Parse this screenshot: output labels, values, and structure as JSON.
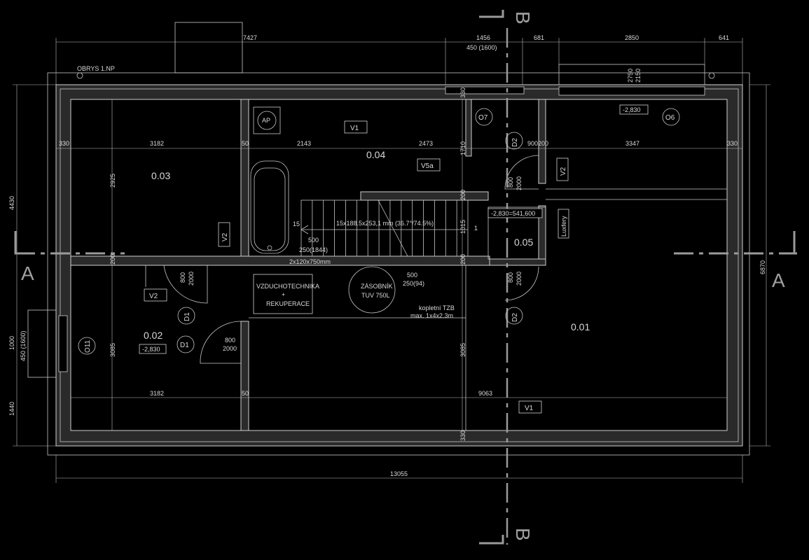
{
  "colors": {
    "background": "#000000",
    "lines": "#d0d0d0",
    "section_marks": "#9a9a9a"
  },
  "outline_label": "OBRYS 1.NP",
  "section_labels": {
    "a_left": "A",
    "a_right": "A",
    "b_top": "B",
    "b_bottom": "B"
  },
  "rooms": {
    "r001": "0.01",
    "r002": "0.02",
    "r003": "0.03",
    "r004": "0.04",
    "r005": "0.05"
  },
  "levels": {
    "r002": "-2,830",
    "r006": "-2,830",
    "r005": "-2,830=541,600"
  },
  "tags": {
    "v1_top": "V1",
    "v1_bottom": "V1",
    "v2_r003": "V2",
    "v2_r002": "V2",
    "v2_right": "V2",
    "v5a": "V5a",
    "o7": "O7",
    "o6": "O6",
    "o11": "O11",
    "d2_top": "D2",
    "d2_bottom": "D2",
    "d1_a": "D1",
    "d1_b": "D1",
    "ap": "AP",
    "luxfery": "Luxfery"
  },
  "equipment": {
    "vzt_line1": "VZDUCHOTECHNIKA",
    "vzt_line2": "+",
    "vzt_line3": "REKUPERACE",
    "tank_line1": "ZÁSOBNÍK",
    "tank_line2": "TUV 750L",
    "tzb_line1": "kopletní TZB",
    "tzb_line2": "max. 1x4x2.3m"
  },
  "stairs": {
    "spec": "15x188.5x253,1 mm  (36.7°/74.5%)",
    "count": "15",
    "step": "500",
    "step2": "250(1844)",
    "lintel": "2x120x750mm",
    "step_mark": "1"
  },
  "doors": {
    "d800_a": "800",
    "d2000_a": "2000",
    "d800_b": "800",
    "d2000_b": "2000",
    "d800_c": "800",
    "d2000_c": "2000",
    "d800_d": "800",
    "d2000_d": "2000",
    "t500": "500",
    "t250": "250(94)"
  },
  "dims": {
    "top_7427": "7427",
    "top_1456": "1456",
    "top_450": "450 (1600)",
    "top_681": "681",
    "top_2850": "2850",
    "top_641": "641",
    "win_2750": "2750",
    "win_2150": "2150",
    "row1_330a": "330",
    "row1_3182": "3182",
    "row1_50": "50",
    "row1_2143": "2143",
    "row1_2473": "2473",
    "row1_900": "900",
    "row1_200": "200",
    "row1_3347": "3347",
    "row1_330b": "330",
    "v_330_top": "330",
    "v_1710": "1710",
    "v_200a": "200",
    "v_1015": "1015",
    "v_200b": "200",
    "v_2925": "2925",
    "v_200c": "200",
    "v_3085a": "3085",
    "v_3085b": "3085",
    "v_330_bot": "330",
    "row2_3182": "3182",
    "row2_50": "50",
    "row2_9063": "9063",
    "bottom_13055": "13055",
    "left_4430": "4430",
    "left_1000": "1000",
    "left_450": "450 (1600)",
    "left_1440": "1440",
    "right_6870": "6870"
  }
}
